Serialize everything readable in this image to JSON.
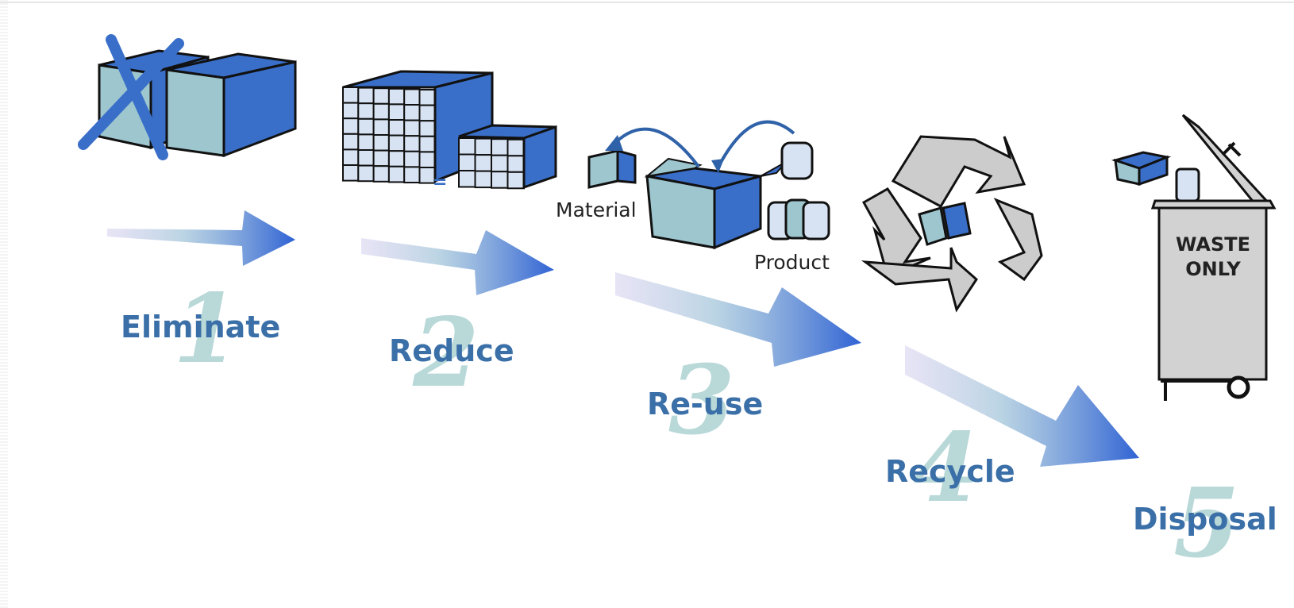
{
  "steps": [
    {
      "number": "1",
      "label": "Eliminate"
    },
    {
      "number": "2",
      "label": "Reduce"
    },
    {
      "number": "3",
      "label": "Re-use"
    },
    {
      "number": "4",
      "label": "Recycle"
    },
    {
      "number": "5",
      "label": "Disposal"
    }
  ],
  "reuse": {
    "material_label": "Material",
    "product_label": "Product"
  },
  "reduce": {
    "equals_sign": "="
  },
  "bin": {
    "line1": "WASTE",
    "line2": "ONLY"
  },
  "icons": [
    "crossed-out-boxes-icon",
    "large-grid-box-icon",
    "small-grid-box-icon",
    "open-box-icon",
    "recycle-symbol-icon",
    "waste-bin-icon"
  ],
  "colors": {
    "box_blue": "#3a6fc9",
    "box_light": "#9dc6cf",
    "label_blue": "#3a6fa8",
    "numeral_teal": "#a8cfcf",
    "bin_gray": "#d2d2d2",
    "recycle_gray": "#cccccc"
  }
}
